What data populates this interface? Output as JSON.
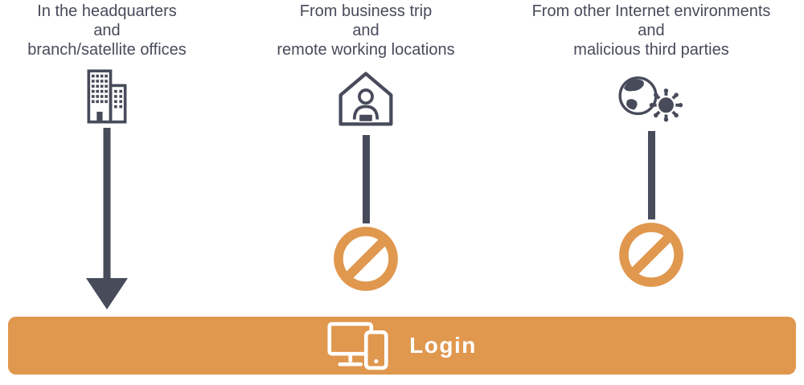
{
  "colors": {
    "dark": "#474B5A",
    "orange": "#E0974E"
  },
  "columns": [
    {
      "line1": "In the headquarters",
      "line2": "and",
      "line3": "branch/satellite offices",
      "icon": "office-building-icon",
      "access": "allowed"
    },
    {
      "line1": "From business trip",
      "line2": "and",
      "line3": "remote working locations",
      "icon": "remote-worker-home-icon",
      "access": "blocked"
    },
    {
      "line1": "From other Internet environments",
      "line2": "and",
      "line3": "malicious third parties",
      "icon": "globe-malware-icon",
      "access": "blocked"
    }
  ],
  "login": {
    "label": "Login"
  }
}
